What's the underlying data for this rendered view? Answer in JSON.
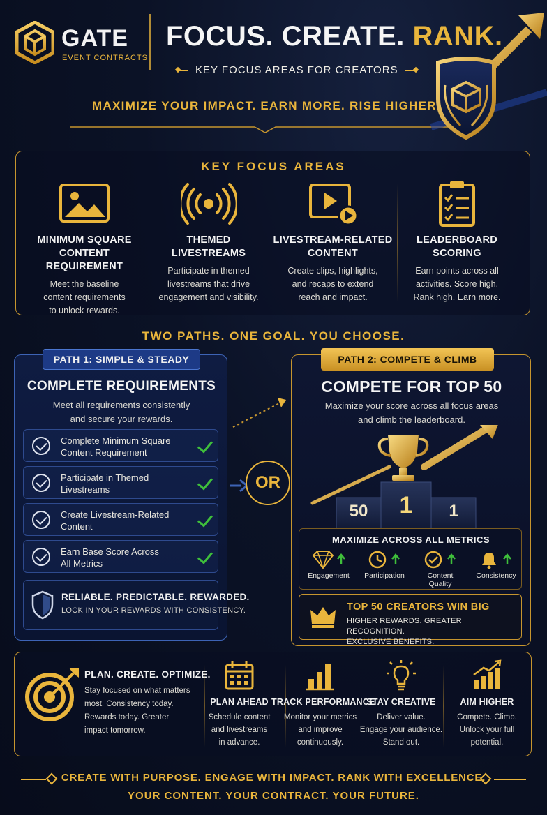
{
  "brand": {
    "name": "GATE",
    "sub": "EVENT CONTRACTS"
  },
  "hero": {
    "title_main": "FOCUS. CREATE.",
    "title_accent": "RANK.",
    "subtitle": "KEY FOCUS AREAS FOR CREATORS",
    "tagline": "MAXIMIZE YOUR IMPACT. EARN MORE. RISE HIGHER."
  },
  "focus": {
    "heading": "KEY FOCUS AREAS",
    "items": [
      {
        "title_1": "MINIMUM SQUARE",
        "title_2": "CONTENT REQUIREMENT",
        "desc_1": "Meet the baseline",
        "desc_2": "content requirements",
        "desc_3": "to unlock rewards.",
        "icon": "image-icon"
      },
      {
        "title_1": "THEMED",
        "title_2": "LIVESTREAMS",
        "desc_1": "Participate in themed",
        "desc_2": "livestreams that drive",
        "desc_3": "engagement and visibility.",
        "icon": "broadcast-icon"
      },
      {
        "title_1": "LIVESTREAM-RELATED",
        "title_2": "CONTENT",
        "desc_1": "Create clips, highlights,",
        "desc_2": "and recaps to extend",
        "desc_3": "reach and impact.",
        "icon": "video-play-icon"
      },
      {
        "title_1": "LEADERBOARD",
        "title_2": "SCORING",
        "desc_1": "Earn points across all",
        "desc_2": "activities. Score high.",
        "desc_3": "Rank high. Earn more.",
        "icon": "checklist-icon"
      }
    ]
  },
  "paths": {
    "title": "TWO PATHS. ONE GOAL. YOU CHOOSE.",
    "or": "OR",
    "path1": {
      "badge": "PATH 1: SIMPLE & STEADY",
      "title": "COMPLETE REQUIREMENTS",
      "desc_1": "Meet all requirements consistently",
      "desc_2": "and secure your rewards.",
      "checks": [
        {
          "line1": "Complete Minimum Square",
          "line2": "Content Requirement"
        },
        {
          "line1": "Participate in Themed",
          "line2": "Livestreams"
        },
        {
          "line1": "Create Livestream-Related",
          "line2": "Content"
        },
        {
          "line1": "Earn Base Score Across",
          "line2": "All Metrics"
        }
      ],
      "reliable_title": "RELIABLE. PREDICTABLE. REWARDED.",
      "reliable_sub": "LOCK IN YOUR REWARDS WITH CONSISTENCY."
    },
    "path2": {
      "badge": "PATH 2: COMPETE & CLIMB",
      "title": "COMPETE FOR TOP 50",
      "desc_1": "Maximize your score across all focus areas",
      "desc_2": "and climb the leaderboard.",
      "podium": {
        "left": "50",
        "center": "1",
        "right": "1"
      },
      "metrics_title": "MAXIMIZE ACROSS ALL METRICS",
      "metrics": [
        {
          "label_1": "Engagement",
          "label_2": ""
        },
        {
          "label_1": "Participation",
          "label_2": ""
        },
        {
          "label_1": "Content",
          "label_2": "Quality"
        },
        {
          "label_1": "Consistency",
          "label_2": ""
        }
      ],
      "top50_title": "TOP 50 CREATORS WIN BIG",
      "top50_sub_1": "HIGHER REWARDS. GREATER RECOGNITION.",
      "top50_sub_2": "EXCLUSIVE BENEFITS."
    }
  },
  "tips": {
    "lead_title": "PLAN. CREATE. OPTIMIZE.",
    "lead_1": "Stay focused on what matters",
    "lead_2": "most. Consistency today.",
    "lead_3": "Rewards today. Greater",
    "lead_4": "impact tomorrow.",
    "items": [
      {
        "title": "PLAN AHEAD",
        "d1": "Schedule content",
        "d2": "and livestreams",
        "d3": "in advance."
      },
      {
        "title": "TRACK PERFORMANCE",
        "d1": "Monitor your metrics",
        "d2": "and improve",
        "d3": "continuously."
      },
      {
        "title": "STAY CREATIVE",
        "d1": "Deliver value.",
        "d2": "Engage your audience.",
        "d3": "Stand out."
      },
      {
        "title": "AIM HIGHER",
        "d1": "Compete. Climb.",
        "d2": "Unlock your full",
        "d3": "potential."
      }
    ]
  },
  "footer": {
    "line1": "CREATE WITH PURPOSE. ENGAGE WITH IMPACT. RANK WITH EXCELLENCE.",
    "line2": "YOUR CONTENT. YOUR CONTRACT. YOUR FUTURE."
  },
  "colors": {
    "gold": "#e9b53c",
    "navy": "#0b1226",
    "blue": "#3d63b5",
    "green": "#3fbf3b"
  }
}
